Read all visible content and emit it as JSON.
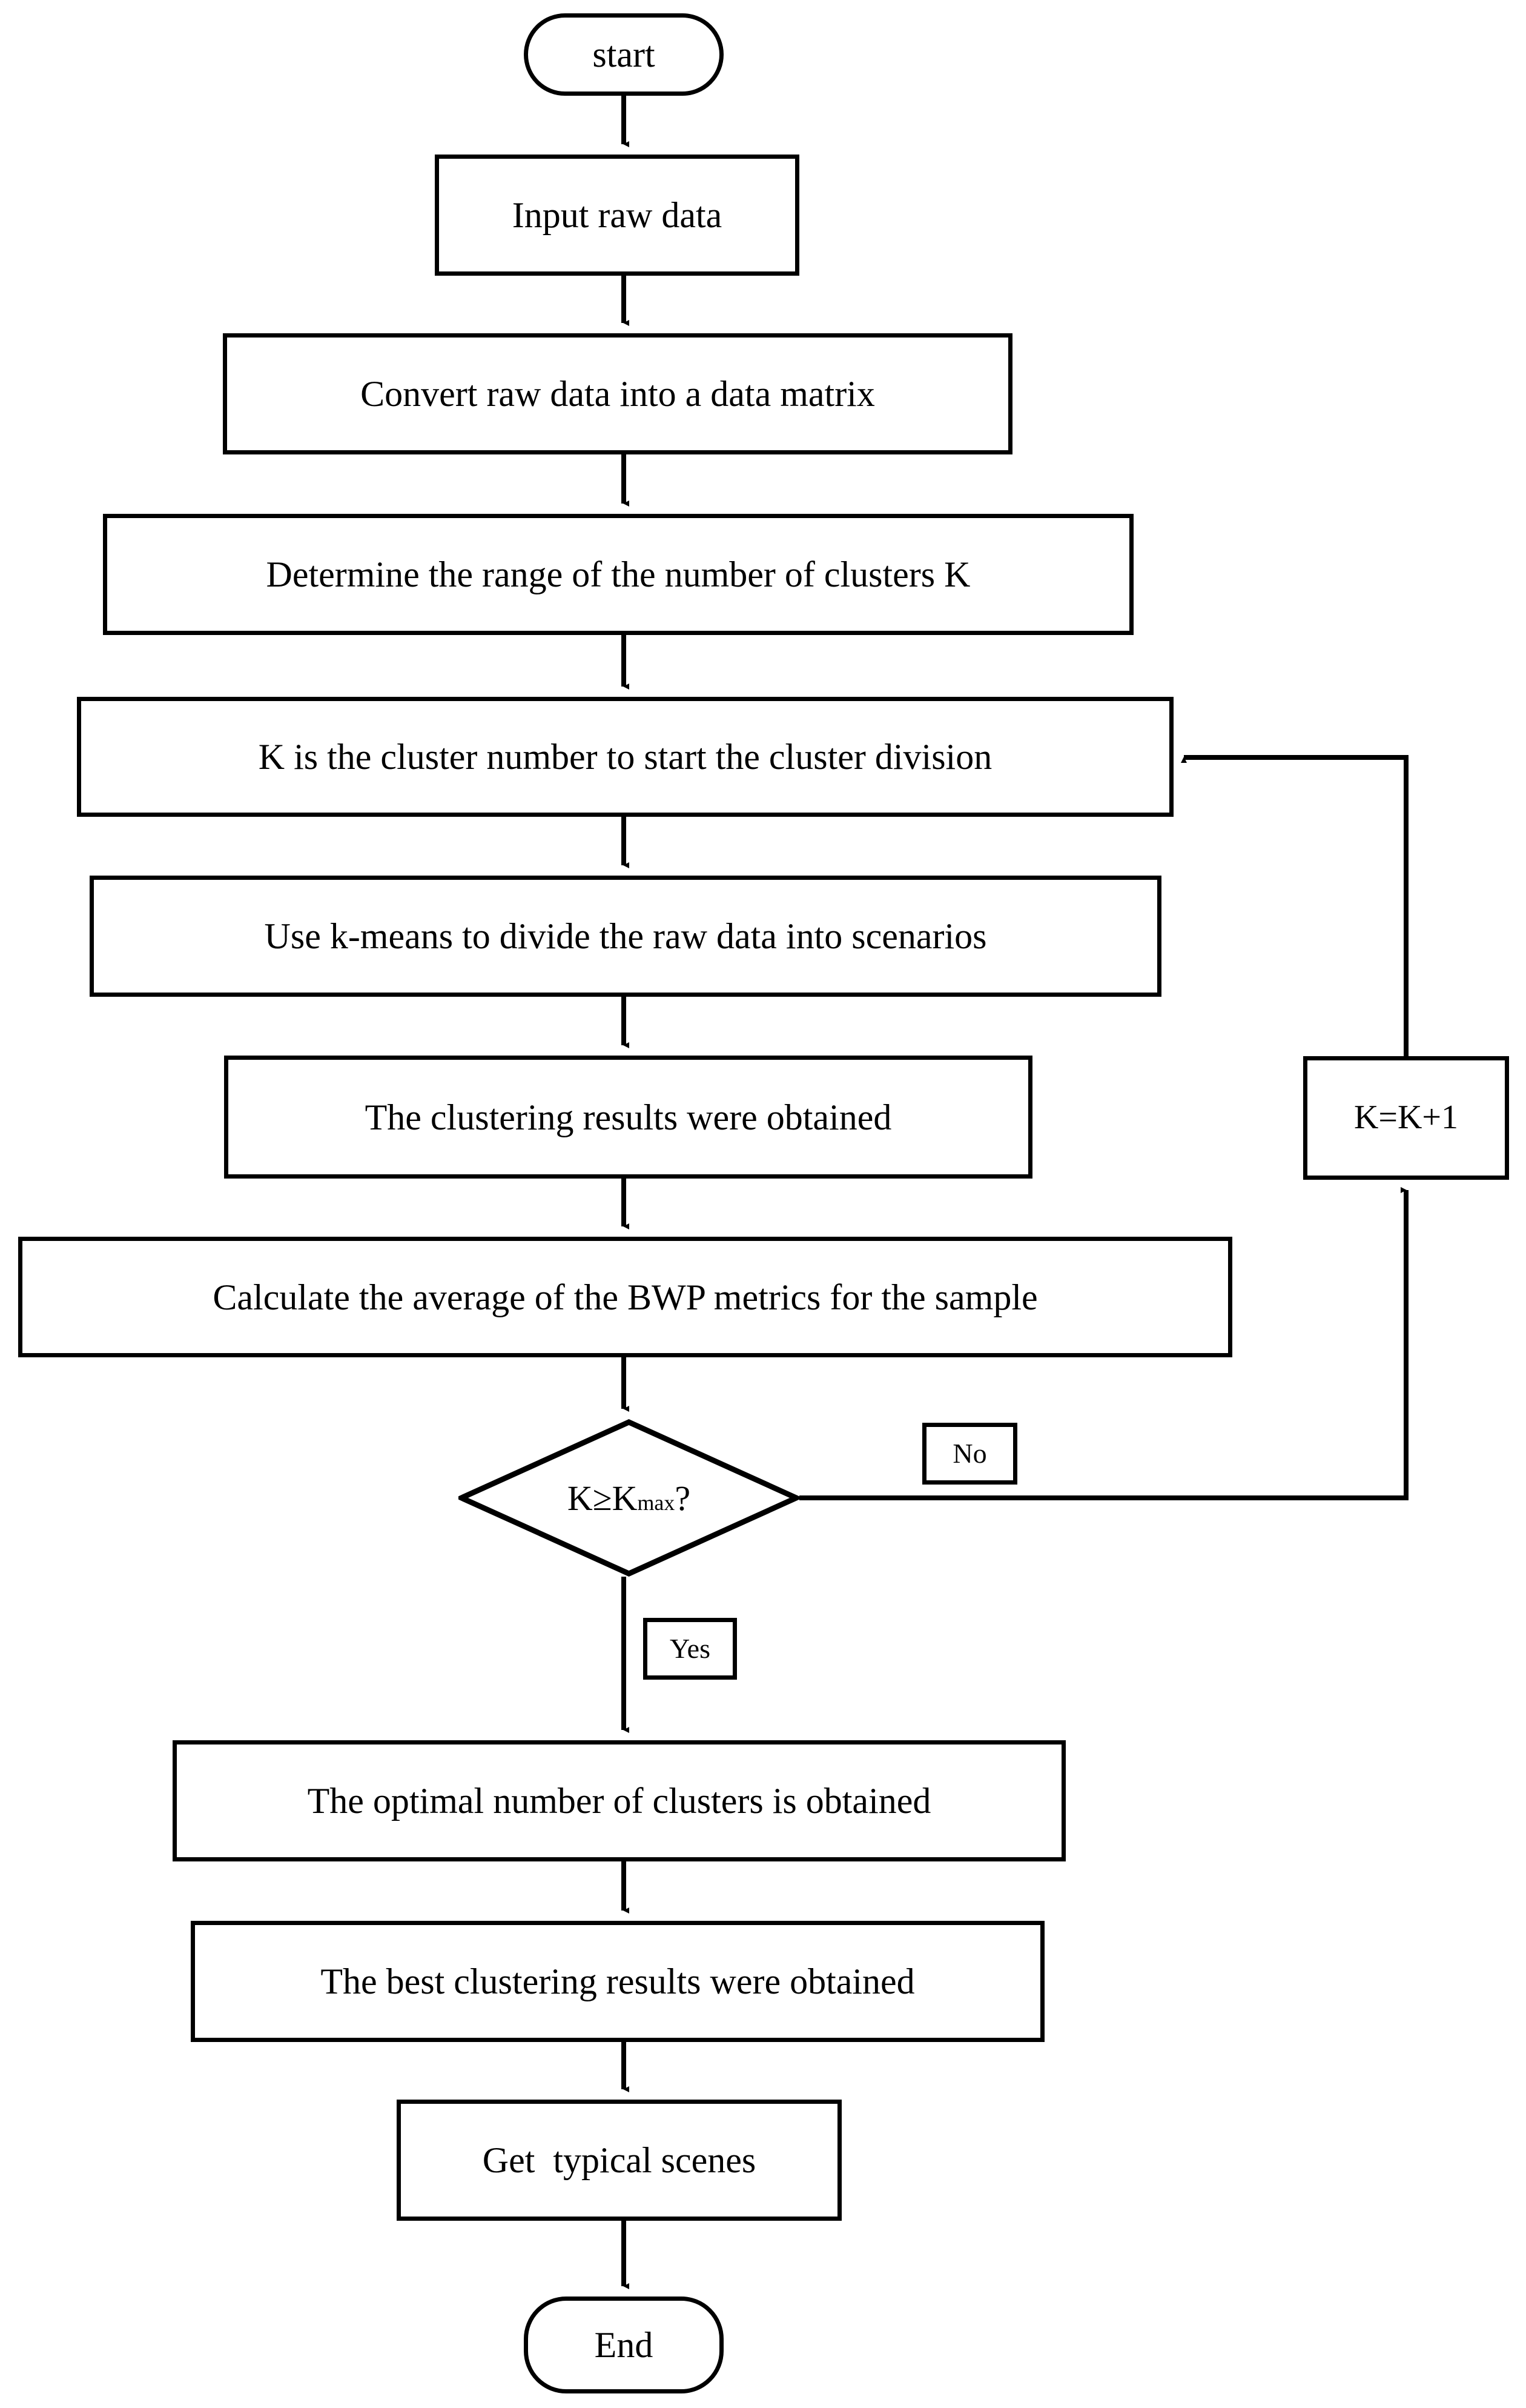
{
  "diagram": {
    "title": "K-means clustering scenario-generation flowchart",
    "stroke_color": "#000000",
    "fill_color": "#ffffff",
    "nodes": {
      "start": {
        "label": "start",
        "shape": "terminal"
      },
      "input_raw_data": {
        "label": "Input raw data",
        "shape": "process"
      },
      "convert_matrix": {
        "label": "Convert raw data into a data matrix",
        "shape": "process"
      },
      "determine_range": {
        "label": "Determine the range of the number of clusters K",
        "shape": "process"
      },
      "cluster_start": {
        "label": "K is the cluster number to start the cluster division",
        "shape": "process"
      },
      "use_kmeans": {
        "label": "Use k-means to divide the raw data into scenarios",
        "shape": "process"
      },
      "clustering_results": {
        "label": "The clustering results were obtained",
        "shape": "process"
      },
      "calculate_bwp": {
        "label": "Calculate the average of the BWP metrics for the sample",
        "shape": "process"
      },
      "decision": {
        "label_prefix": "K≥K",
        "label_sub": "max",
        "label_suffix": "?",
        "shape": "decision"
      },
      "increment_k": {
        "label": "K=K+1",
        "shape": "process"
      },
      "optimal_clusters": {
        "label": "The optimal number of clusters is obtained",
        "shape": "process"
      },
      "best_results": {
        "label": "The best clustering results were obtained",
        "shape": "process"
      },
      "typical_scenes": {
        "label": "Get  typical scenes",
        "shape": "process"
      },
      "end": {
        "label": "End",
        "shape": "terminal"
      }
    },
    "edge_labels": {
      "no": "No",
      "yes": "Yes"
    }
  }
}
